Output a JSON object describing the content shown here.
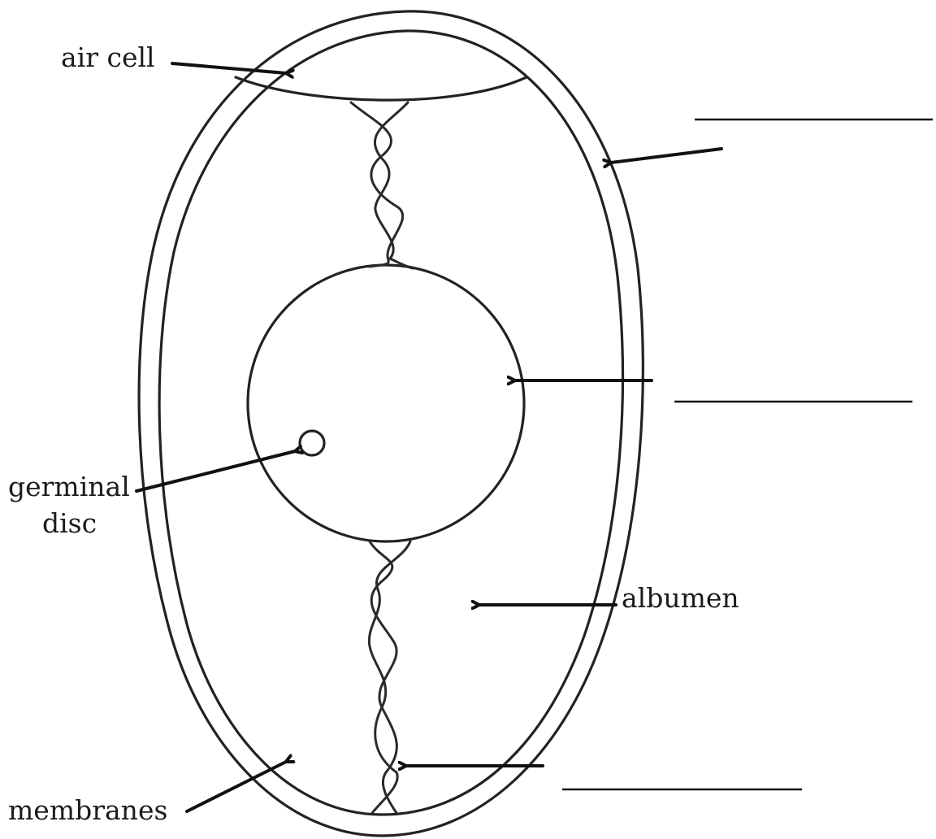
{
  "labels": {
    "air_cell": "air cell",
    "germinal_disc_line1": "germinal",
    "germinal_disc_line2": "disc",
    "albumen": "albumen",
    "membranes": "membranes"
  },
  "blank_labels": [
    {
      "id": "shell",
      "text": ""
    },
    {
      "id": "yolk",
      "text": ""
    },
    {
      "id": "chalaza",
      "text": ""
    }
  ],
  "colors": {
    "stroke": "#222222",
    "background": "#ffffff"
  }
}
